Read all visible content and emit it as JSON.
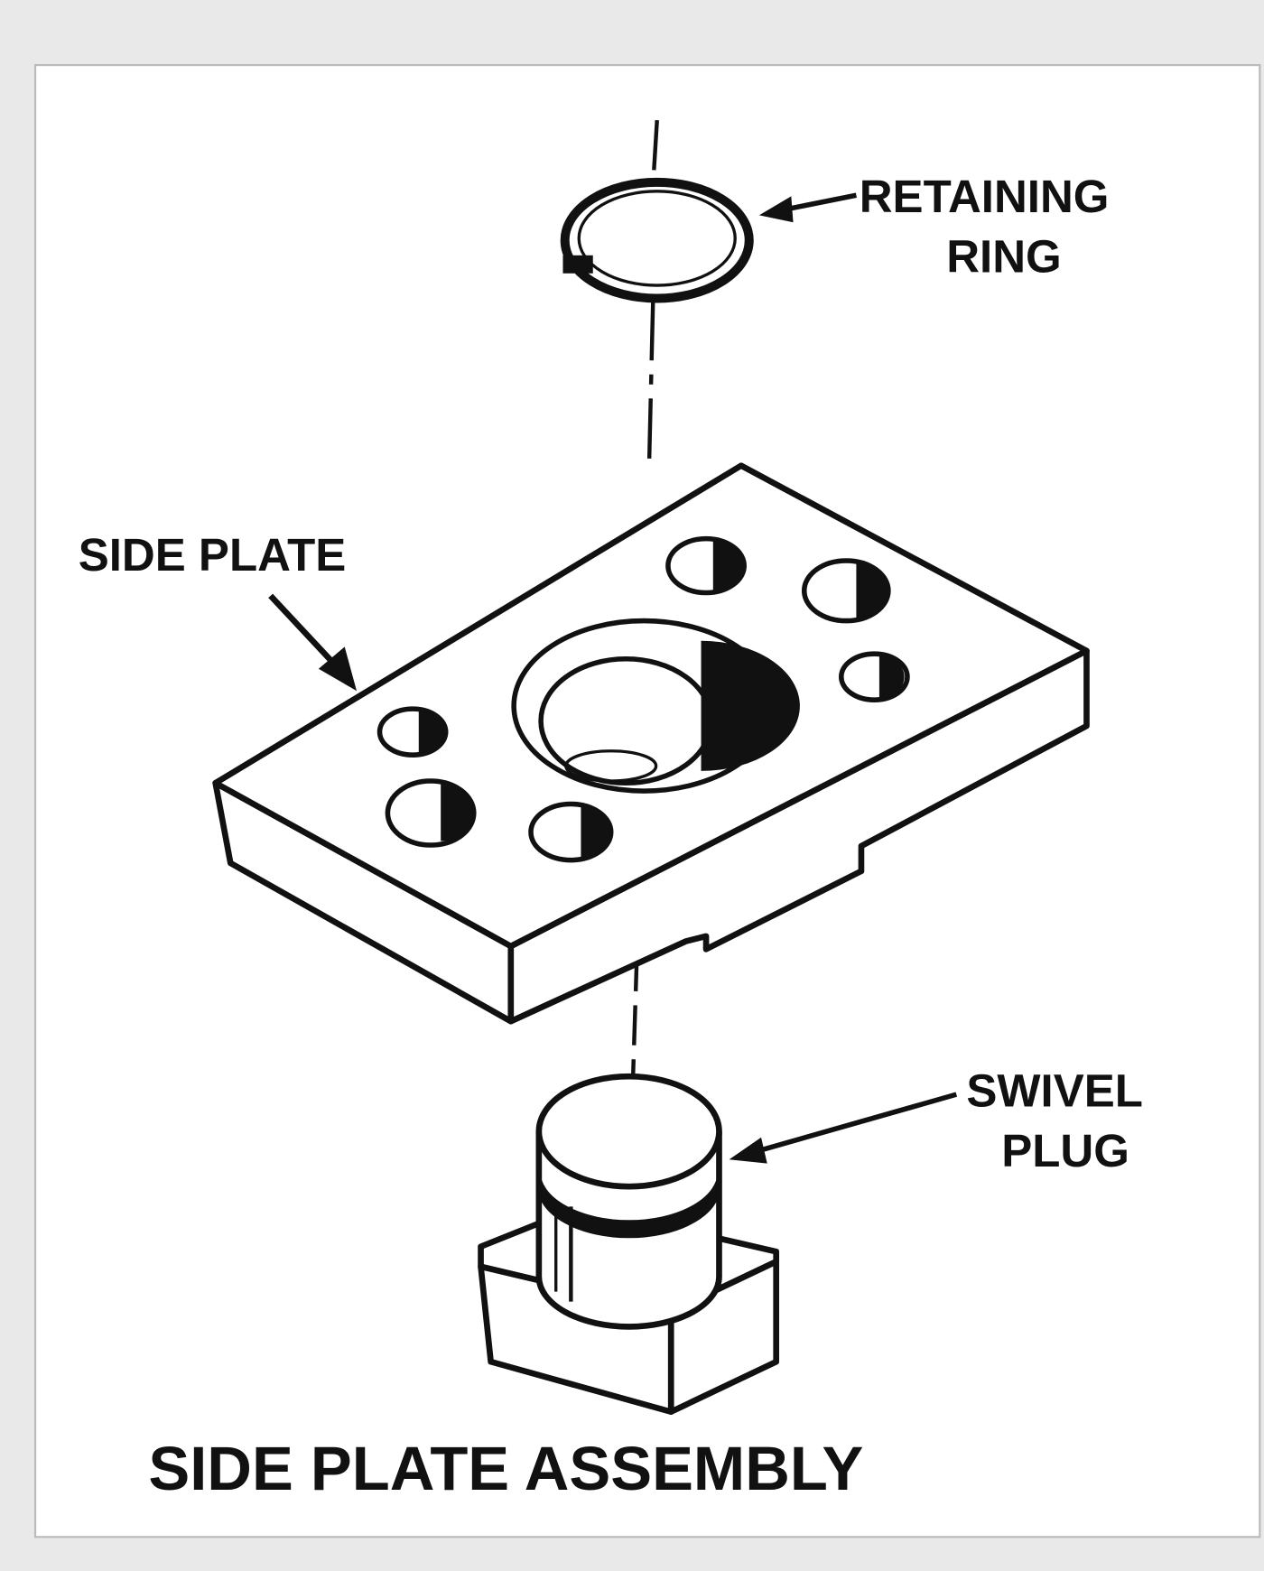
{
  "labels": {
    "retaining_ring": [
      "RETAINING",
      "RING"
    ],
    "side_plate": "SIDE PLATE",
    "swivel_plug": [
      "SWIVEL",
      "PLUG"
    ]
  },
  "title": "SIDE PLATE ASSEMBLY",
  "colors": {
    "ink": "#111111",
    "paper": "#ffffff",
    "background": "#e9e9e9"
  }
}
